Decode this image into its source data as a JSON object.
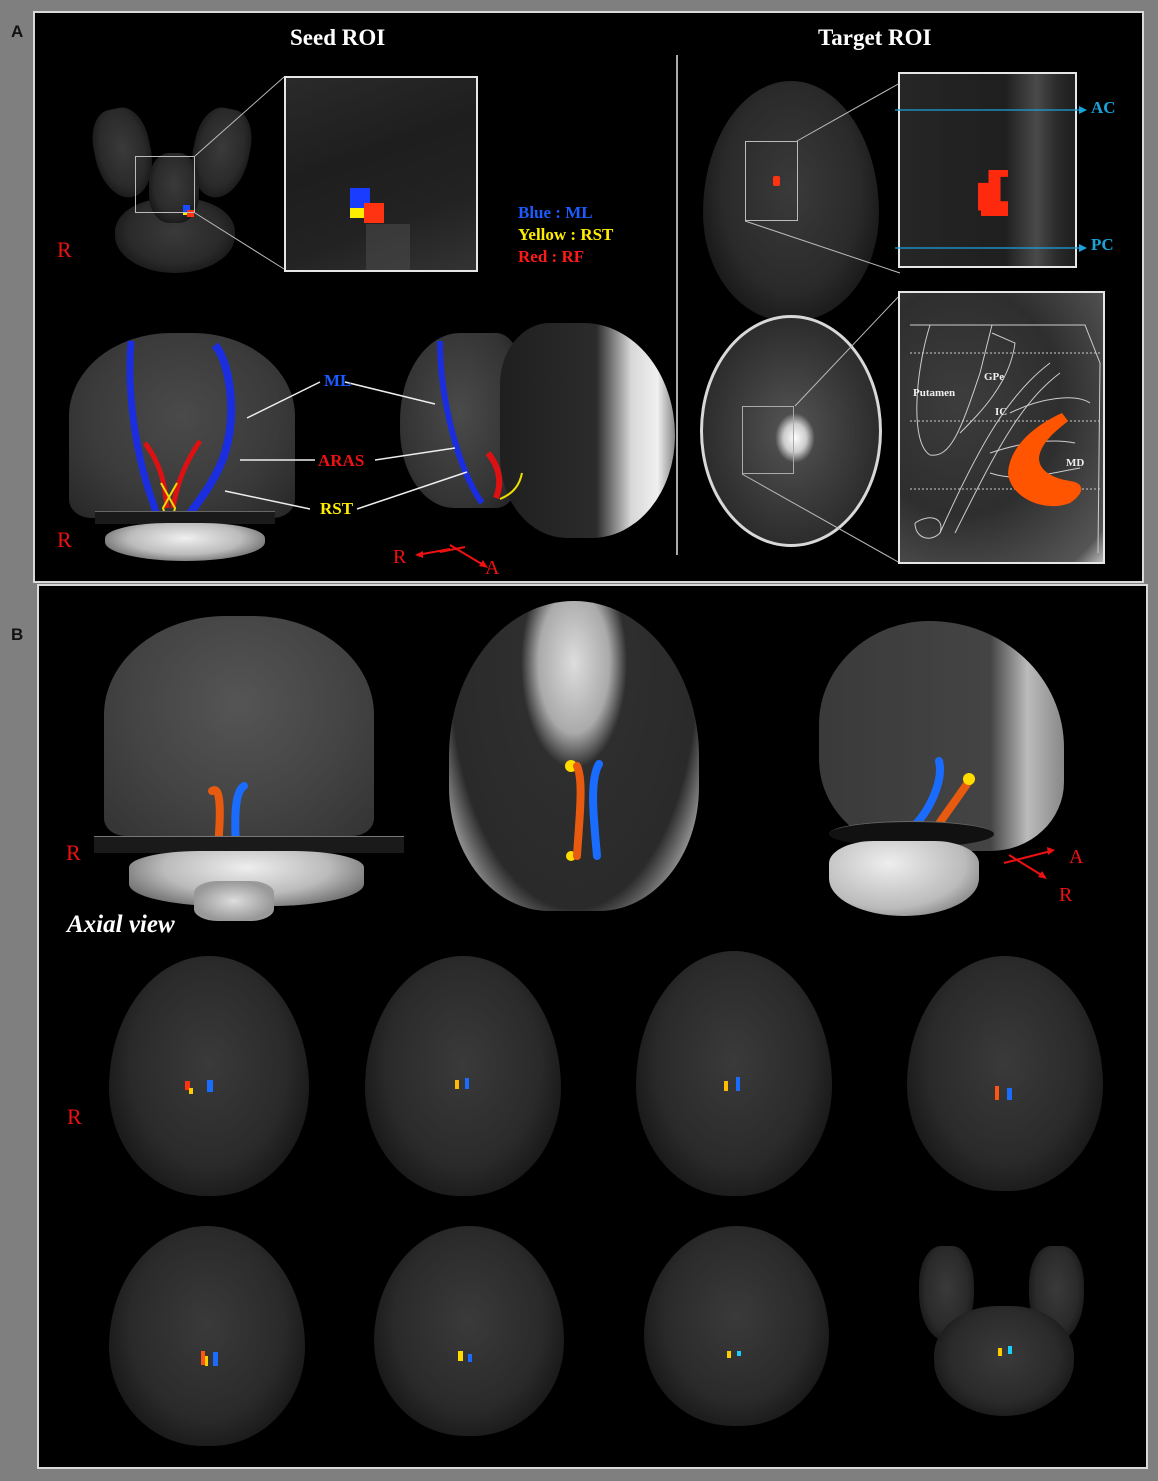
{
  "figure": {
    "panels": [
      {
        "letter": "A",
        "sections": {
          "seed": {
            "title": "Seed ROI",
            "orientation_label": "R",
            "legend": [
              {
                "text": "Blue : ML",
                "color": "#1a5cff"
              },
              {
                "text": "Yellow : RST",
                "color": "#ffee00"
              },
              {
                "text": "Red : RF",
                "color": "#ff1a1a"
              }
            ],
            "tract_labels": {
              "ml": "ML",
              "aras": "ARAS",
              "rst": "RST"
            },
            "tract_colors": {
              "ml": "#2255ff",
              "aras": "#ee1111",
              "rst": "#ffee00"
            },
            "axes": {
              "r": "R",
              "a": "A"
            },
            "bottom_orientation_label": "R"
          },
          "target": {
            "title": "Target ROI",
            "ac_label": "AC",
            "pc_label": "PC",
            "line_color": "#1aa3d9",
            "atlas_labels": {
              "putamen": "Putamen",
              "gpe": "GPe",
              "ic": "IC",
              "md": "MD"
            },
            "md_color": "#ff5500"
          }
        }
      },
      {
        "letter": "B",
        "orientation_label": "R",
        "axes": {
          "a": "A",
          "r": "R"
        },
        "axial_title": "Axial view",
        "axial_orientation_label": "R",
        "row1_count": 4,
        "row2_count": 4
      }
    ]
  }
}
